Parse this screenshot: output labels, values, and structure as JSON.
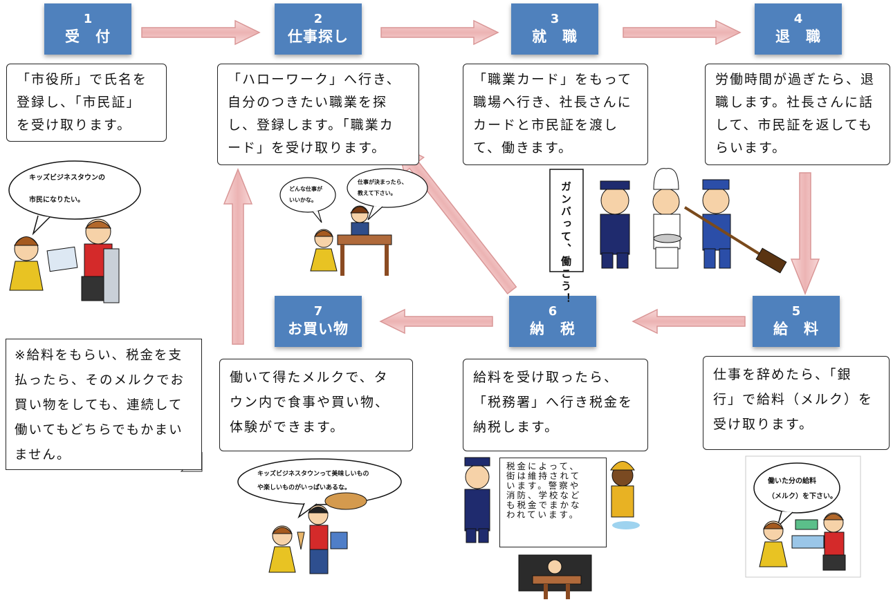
{
  "steps": [
    {
      "num": "1",
      "title": "受　付"
    },
    {
      "num": "2",
      "title": "仕事探し"
    },
    {
      "num": "3",
      "title": "就　職"
    },
    {
      "num": "4",
      "title": "退　職"
    },
    {
      "num": "5",
      "title": "給　料"
    },
    {
      "num": "6",
      "title": "納　税"
    },
    {
      "num": "7",
      "title": "お買い物"
    }
  ],
  "descriptions": {
    "step1": [
      "「市役所」で氏名を",
      "登録し、「市民証」",
      "を受け取ります。"
    ],
    "step2": [
      "「ハローワーク」へ行き、",
      "自分のつきたい職業を探",
      "し、登録します。「職業カ",
      "ード」を受け取ります。"
    ],
    "step3": [
      "「職業カード」をもって",
      "職場へ行き、社長さんに",
      "カードと市民証を渡し",
      "て、働きます。"
    ],
    "step4": [
      "労働時間が過ぎたら、退",
      "職します。社長さんに話",
      "して、市民証を返しても",
      "らいます。"
    ],
    "step5": [
      "仕事を辞めたら、「銀",
      "行」で給料（メルク）を",
      "受け取ります。"
    ],
    "step6": [
      "給料を受け取ったら、",
      "「税務署」へ行き税金を",
      "納税します。"
    ],
    "step7": [
      "働いて得たメルクで、タ",
      "ウン内で食事や買い物、",
      "体験ができます。"
    ]
  },
  "note": [
    "※給料をもらい、税金を支",
    "払ったら、そのメルクでお",
    "買い物をしても、連続して",
    "働いてもどちらでもかまい",
    "ません。"
  ],
  "speech": {
    "citizen": [
      "キッズビジネスタウンの",
      "市民になりたい。"
    ],
    "girl_job": [
      "どんな仕事が",
      "いいかな。"
    ],
    "staff": [
      "仕事が決まったら、",
      "教えて下さい。"
    ],
    "shopping": [
      "キッズビジネスタウンって美味しいもの",
      "や楽しいものがいっぱいあるな。"
    ],
    "pay": [
      "働いた分の給料",
      "（メルク）を下さい。"
    ]
  },
  "tax_note": [
    "税金によって、",
    "街は維持されて",
    "います。警察や",
    "消防、学校など",
    "も税金でまかな",
    "われています。"
  ],
  "scroll_text": "ガンバって、働こう！",
  "colors": {
    "box": "#4f81bd",
    "arrow": "#f2c4c4",
    "arrow_edge": "#d99696",
    "skin": "#f6d2a8"
  }
}
